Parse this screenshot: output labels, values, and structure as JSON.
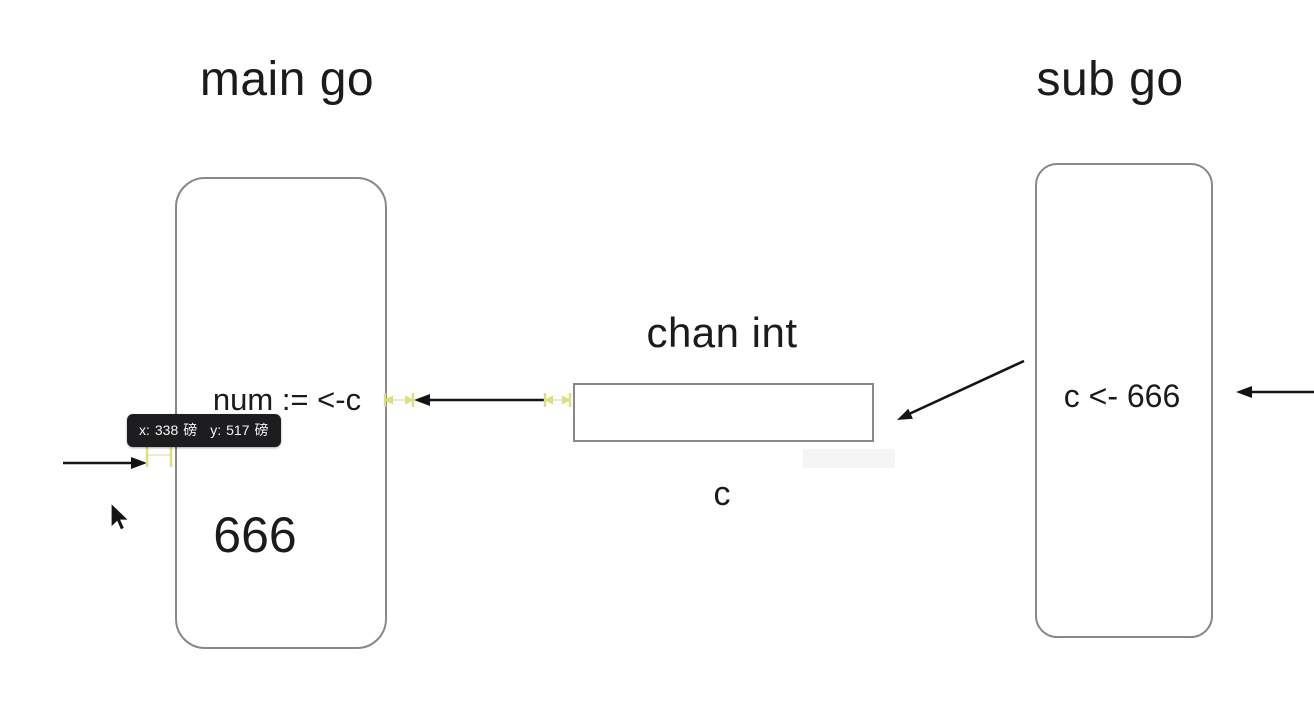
{
  "main_goroutine": {
    "title": "main go",
    "statement": "num := <-c",
    "value": "666"
  },
  "channel": {
    "title": "chan int",
    "name": "c"
  },
  "sub_goroutine": {
    "title": "sub go",
    "statement": "c <- 666"
  },
  "coordinate_tooltip": {
    "x_label": "x:",
    "x_value": "338",
    "x_unit": "磅",
    "y_label": "y:",
    "y_value": "517",
    "y_unit": "磅"
  },
  "colors": {
    "canvas_bg": "#ffffff",
    "text": "#1b1b1d",
    "box_border": "#87878c",
    "arrow": "#141414",
    "guide_yellow": "#dedf7c",
    "guide_mid": "#ededc3",
    "tooltip_bg": "#1d1d1f",
    "tooltip_text": "#f5f5f7",
    "ghost": "#f5f5f6"
  }
}
